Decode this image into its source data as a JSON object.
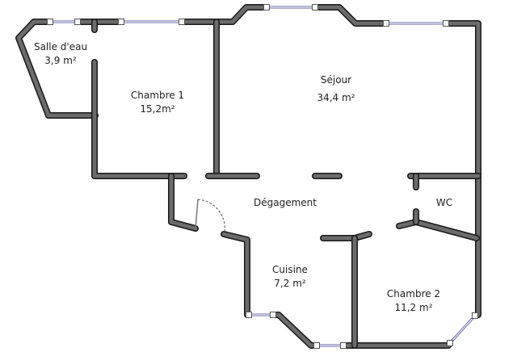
{
  "rooms": [
    {
      "name": "Salle d'eau",
      "area": "3,9 m²"
    },
    {
      "name": "Chambre 1",
      "area": "15,2m²"
    },
    {
      "name": "Séjour",
      "area": "34,4 m²"
    },
    {
      "name": "Dégagement",
      "area": ""
    },
    {
      "name": "WC",
      "area": ""
    },
    {
      "name": "Cuisine",
      "area": "7,2 m²"
    },
    {
      "name": "Chambre 2",
      "area": "11,2 m²"
    }
  ],
  "colors": {
    "wall": "#6b6b6b",
    "wall_outline": "#1a1a1a",
    "window": "#5a5aa0"
  }
}
